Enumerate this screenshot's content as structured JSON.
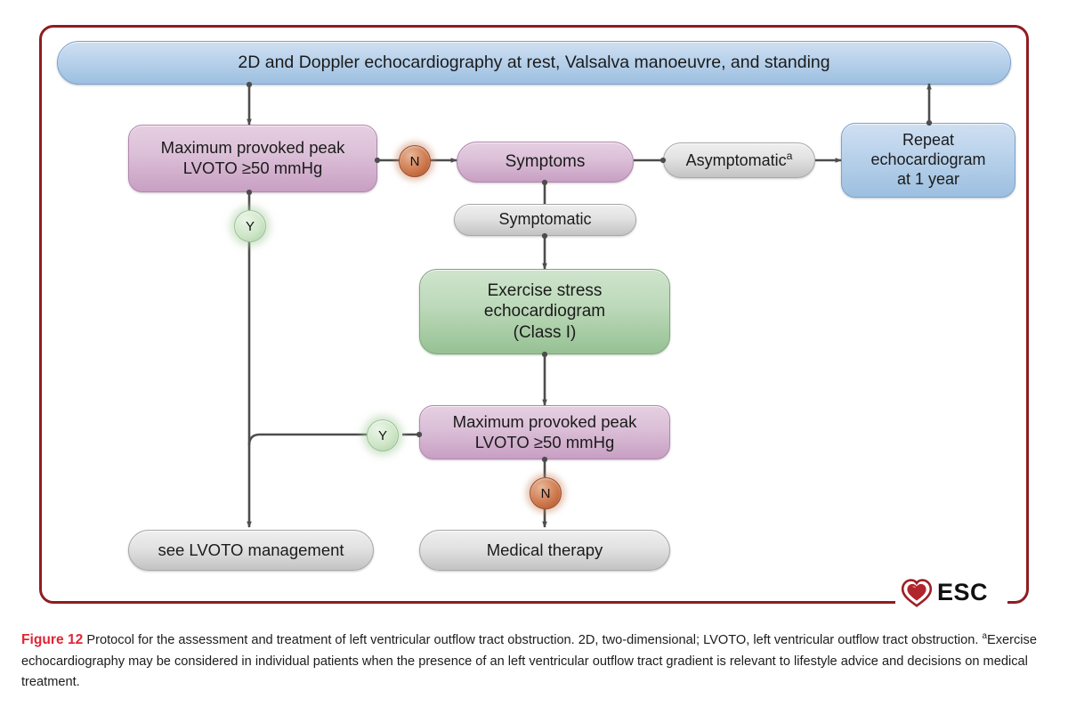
{
  "figure": {
    "label": "Figure 12",
    "caption_part1": "Protocol for the assessment and treatment of left ventricular outflow tract obstruction. 2D, two-dimensional; LVOTO, left ventricular outflow tract obstruction. ",
    "footnote_marker": "a",
    "caption_part2": "Exercise echocardiography may be considered in individual patients when the presence of an left ventricular outflow tract gradient is relevant to lifestyle advice and decisions on medical treatment."
  },
  "logo": {
    "name": "esc-logo",
    "text": "ESC"
  },
  "colors": {
    "frame_border": "#8f1d22",
    "blue": "#9cbfe0",
    "mauve": "#c89fc3",
    "green": "#96c193",
    "grey": "#c3c3c3",
    "badge_no": "#a84f2a",
    "badge_yes": "#a9cfa2",
    "connector": "#4d4d4d",
    "figure_label": "#e02535"
  },
  "nodes": {
    "header": {
      "text": "2D and Doppler echocardiography at rest, Valsalva manoeuvre, and standing",
      "color": "blue"
    },
    "lvoto_rest": {
      "line1": "Maximum provoked peak",
      "line2": "LVOTO ≥50 mmHg",
      "color": "mauve"
    },
    "symptoms": {
      "text": "Symptoms",
      "color": "mauve"
    },
    "symptomatic": {
      "text": "Symptomatic",
      "color": "grey"
    },
    "asymptomatic": {
      "text": "Asymptomatic",
      "footnote": "a",
      "color": "grey"
    },
    "repeat_echo": {
      "line1": "Repeat",
      "line2": "echocardiogram",
      "line3": "at 1 year",
      "color": "blue"
    },
    "exercise_echo": {
      "line1": "Exercise stress",
      "line2": "echocardiogram",
      "line3": "(Class I)",
      "color": "green"
    },
    "lvoto_exercise": {
      "line1": "Maximum provoked peak",
      "line2": "LVOTO ≥50 mmHg",
      "color": "mauve"
    },
    "lvoto_management": {
      "text": "see LVOTO management",
      "color": "grey"
    },
    "medical_therapy": {
      "text": "Medical therapy",
      "color": "grey"
    }
  },
  "badges": {
    "no_rest": "N",
    "yes_rest": "Y",
    "yes_exercise": "Y",
    "no_exercise": "N"
  }
}
